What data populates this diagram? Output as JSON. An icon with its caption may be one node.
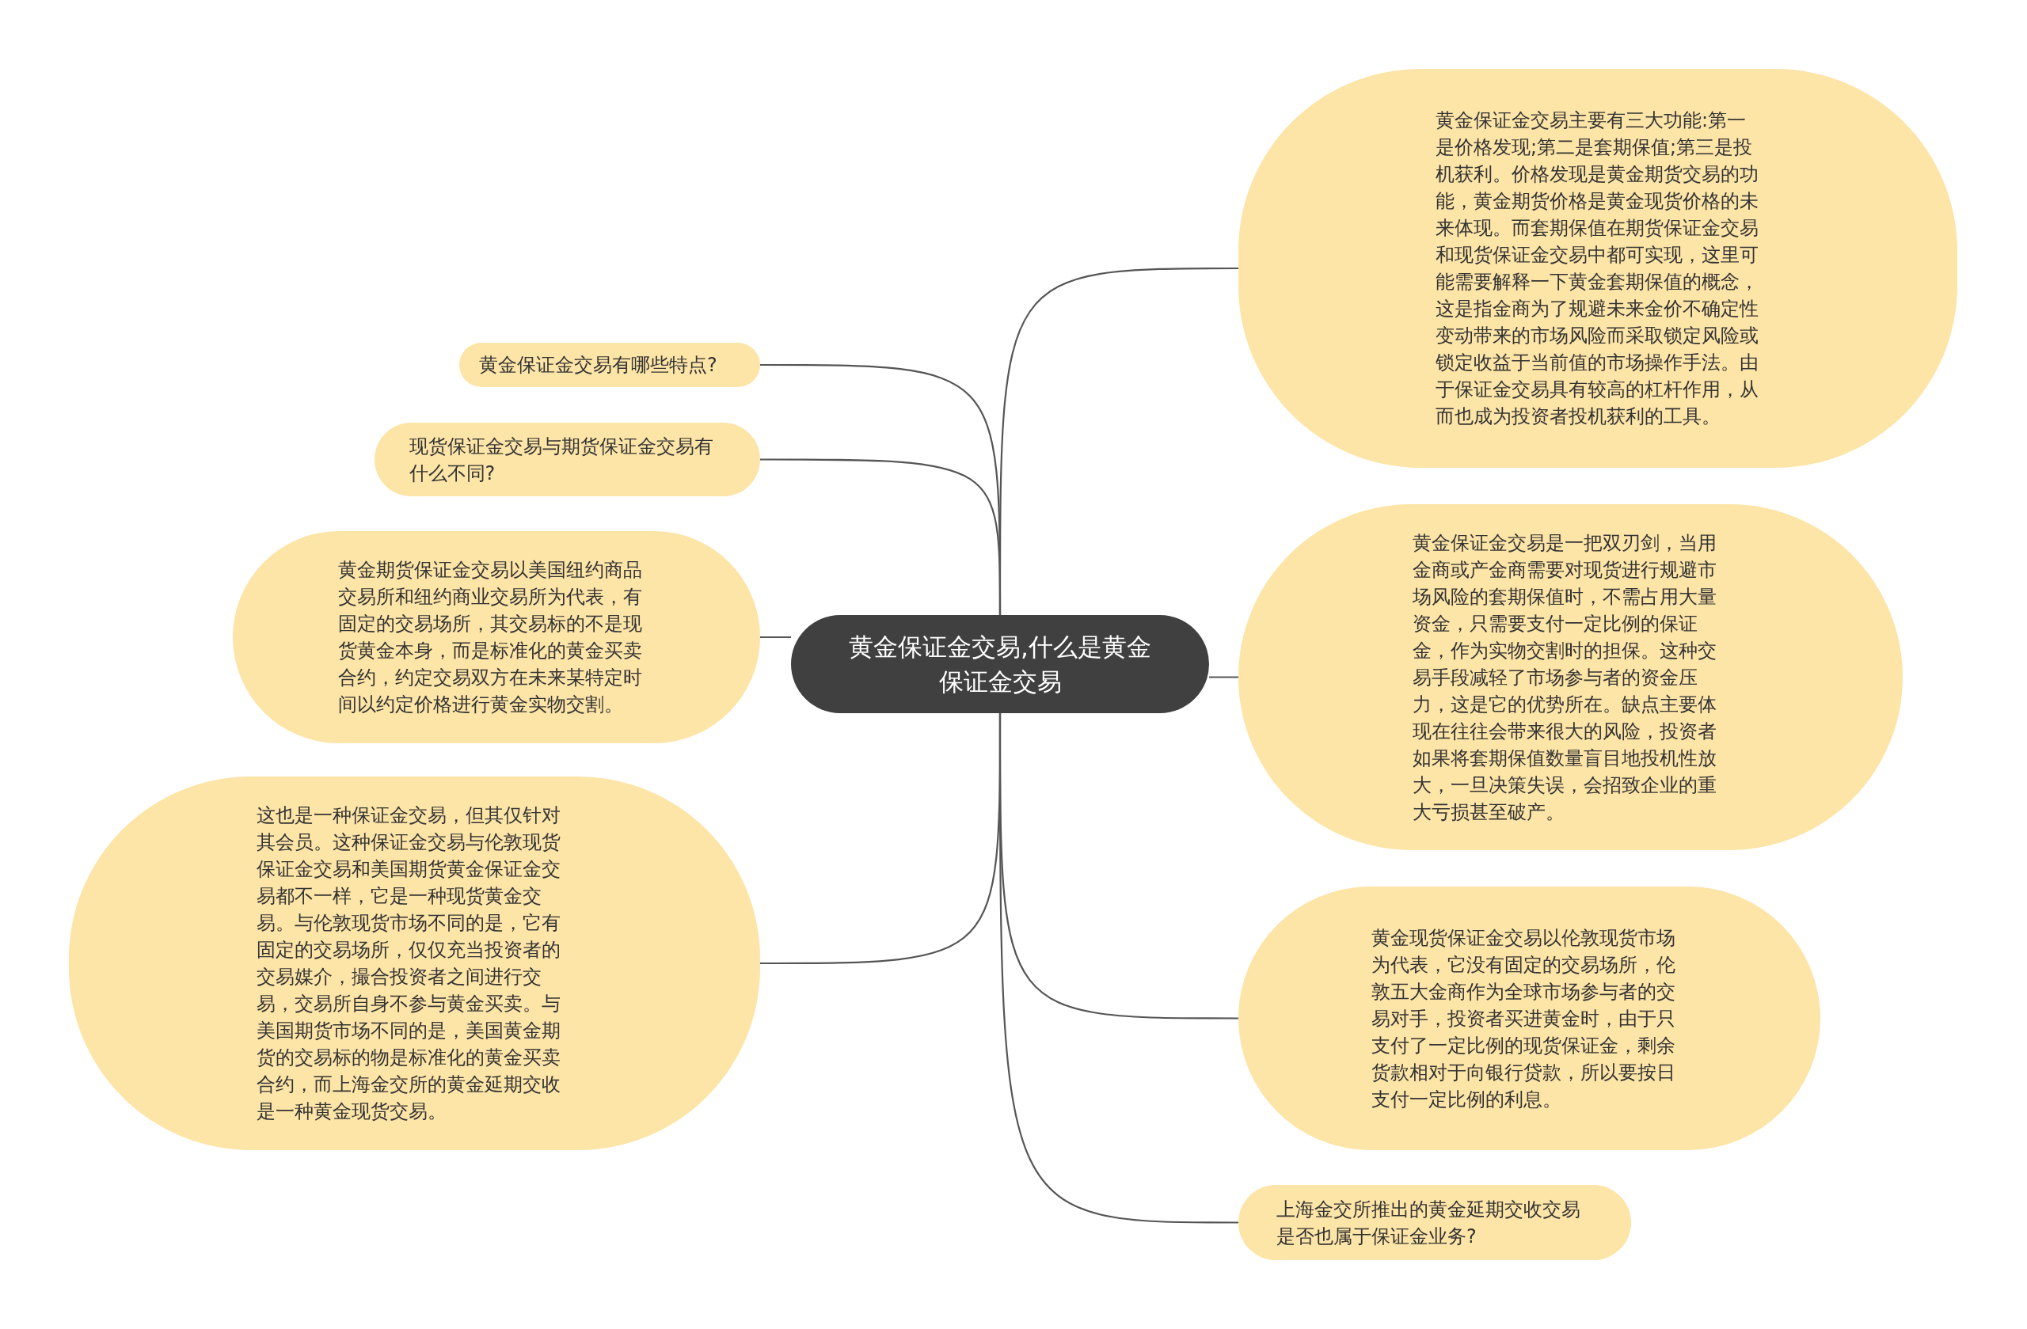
{
  "diagram": {
    "nodes": [
      {
        "text": [
          "黄金保证金交易,什么是黄金保证金交易"
        ]
      },
      {
        "text": [
          "黄金保证金交易有哪些特点?"
        ]
      },
      {
        "text": [
          "现货保证金交易与期货保证金交易有什么不同?"
        ]
      },
      {
        "text": [
          "黄金期货保证金交易以美国纽约商品交易所和纽约商业交易所为代表，有固定的交易场所，其交易标的不是现货黄金本身，而是标准化的黄金买卖合约，约定交易双方在未来某特定时间以约定价格进行黄金实物交割。"
        ]
      },
      {
        "text": [
          "这也是一种保证金交易，但其仅针对其会员。这种保证金交易与伦敦现货保证金交易和美国期货黄金保证金交易都不一样，它是一种现货黄金交易。与伦敦现货市场不同的是，它有固定的交易场所，仅仅充当投资者的交易媒介，撮合投资者之间进行交易，交易所自身不参与黄金买卖。与美国期货市场不同的是，美国黄金期货的交易标的物是标准化的黄金买卖合约，而上海金交所的黄金延期交收是一种黄金现货交易。"
        ]
      },
      {
        "text": [
          "黄金保证金交易主要有三大功能:第一是价格发现;第二是套期保值;第三是投机获利。价格发现是黄金期货交易的功能，黄金期货价格是黄金现货价格的未来体现。而套期保值在期货保证金交易和现货保证金交易中都可实现，这里可能需要解释一下黄金套期保值的概念，这是指金商为了规避未来金价不确定性变动带来的市场风险而采取锁定风险或锁定收益于当前值的市场操作手法。由于保证金交易具有较高的杠杆作用，从而也成为投资者投机获利的工具。"
        ]
      },
      {
        "text": [
          "黄金保证金交易是一把双刃剑，当用金商或产金商需要对现货进行规避市场风险的套期保值时，不需占用大量资金，只需要支付一定比例的保证金，作为实物交割时的担保。这种交易手段减轻了市场参与者的资金压力，这是它的优势所在。缺点主要体现在往往会带来很大的风险，投资者如果将套期保值数量盲目地投机性放大，一旦决策失误，会招致企业的重大亏损甚至破产。"
        ]
      },
      {
        "text": [
          "黄金现货保证金交易以伦敦现货市场为代表，它没有固定的交易场所，伦敦五大金商作为全球市场参与者的交易对手，投资者买进黄金时，由于只支付了一定比例的现货保证金，剩余货款相对于向银行贷款，所以要按日支付一定比例的利息。"
        ]
      },
      {
        "text": [
          "上海金交所推出的黄金延期交收交易是否也属于保证金业务?"
        ]
      }
    ],
    "edges": [
      {
        "from": 0,
        "to": 1,
        "arrow": "none"
      },
      {
        "from": 0,
        "to": 2,
        "arrow": "none"
      },
      {
        "from": 0,
        "to": 3,
        "arrow": "none"
      },
      {
        "from": 0,
        "to": 4,
        "arrow": "none"
      },
      {
        "from": 0,
        "to": 5,
        "arrow": "none"
      },
      {
        "from": 0,
        "to": 6,
        "arrow": "none"
      },
      {
        "from": 0,
        "to": 7,
        "arrow": "none"
      },
      {
        "from": 0,
        "to": 8,
        "arrow": "none"
      }
    ]
  }
}
